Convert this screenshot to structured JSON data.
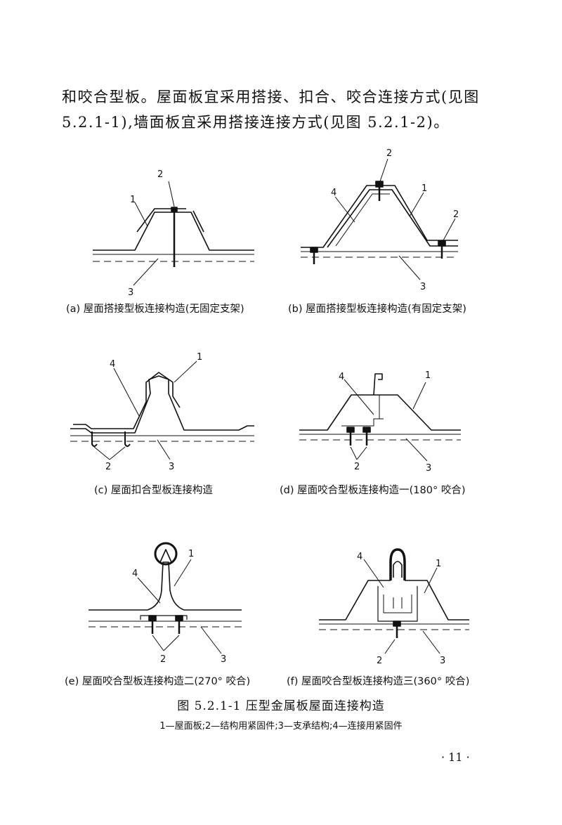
{
  "paragraph": {
    "line1": "和咬合型板。屋面板宜采用搭接、扣合、咬合连接方式(见图",
    "line2": "5.2.1-1),墙面板宜采用搭接连接方式(见图 5.2.1-2)。"
  },
  "subcaptions": {
    "a": "(a) 屋面搭接型板连接构造(无固定支架)",
    "b": "(b) 屋面搭接型板连接构造(有固定支架)",
    "c": "(c) 屋面扣合型板连接构造",
    "d": "(d) 屋面咬合型板连接构造一(180° 咬合)",
    "e": "(e) 屋面咬合型板连接构造二(270° 咬合)",
    "f": "(f) 屋面咬合型板连接构造三(360° 咬合)"
  },
  "labels": {
    "n1": "1",
    "n2": "2",
    "n3": "3",
    "n4": "4"
  },
  "figure_caption": "图 5.2.1-1   压型金属板屋面连接构造",
  "legend": "1—屋面板;2—结构用紧固件;3—支承结构;4—连接用紧固件",
  "page_number": "· 11 ·"
}
